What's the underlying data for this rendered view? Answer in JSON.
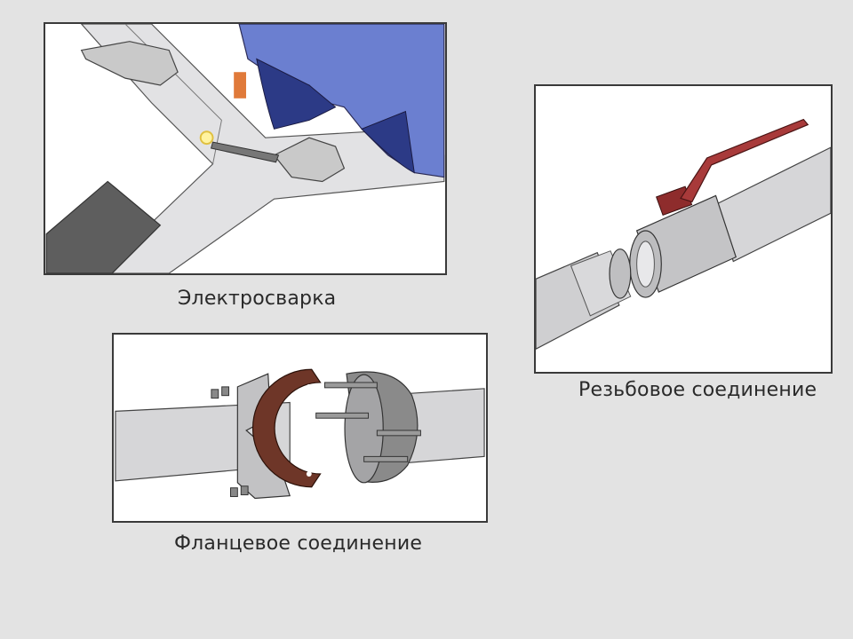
{
  "panels": [
    {
      "id": "welding",
      "caption": "Электросварка"
    },
    {
      "id": "threaded",
      "caption": "Резьбовое соединение"
    },
    {
      "id": "flanged",
      "caption": "Фланцевое соединение"
    }
  ],
  "colors": {
    "background": "#e3e3e3",
    "pipe": "#d6d6d8",
    "pipe_dark": "#b8b8ba",
    "worker_jacket": "#6b7fd0",
    "worker_pants": "#2c3a86",
    "glove": "#c9c9c9",
    "valve_handle": "#a83a3a",
    "gasket": "#6e3628",
    "flange": "#8a8a8a"
  }
}
